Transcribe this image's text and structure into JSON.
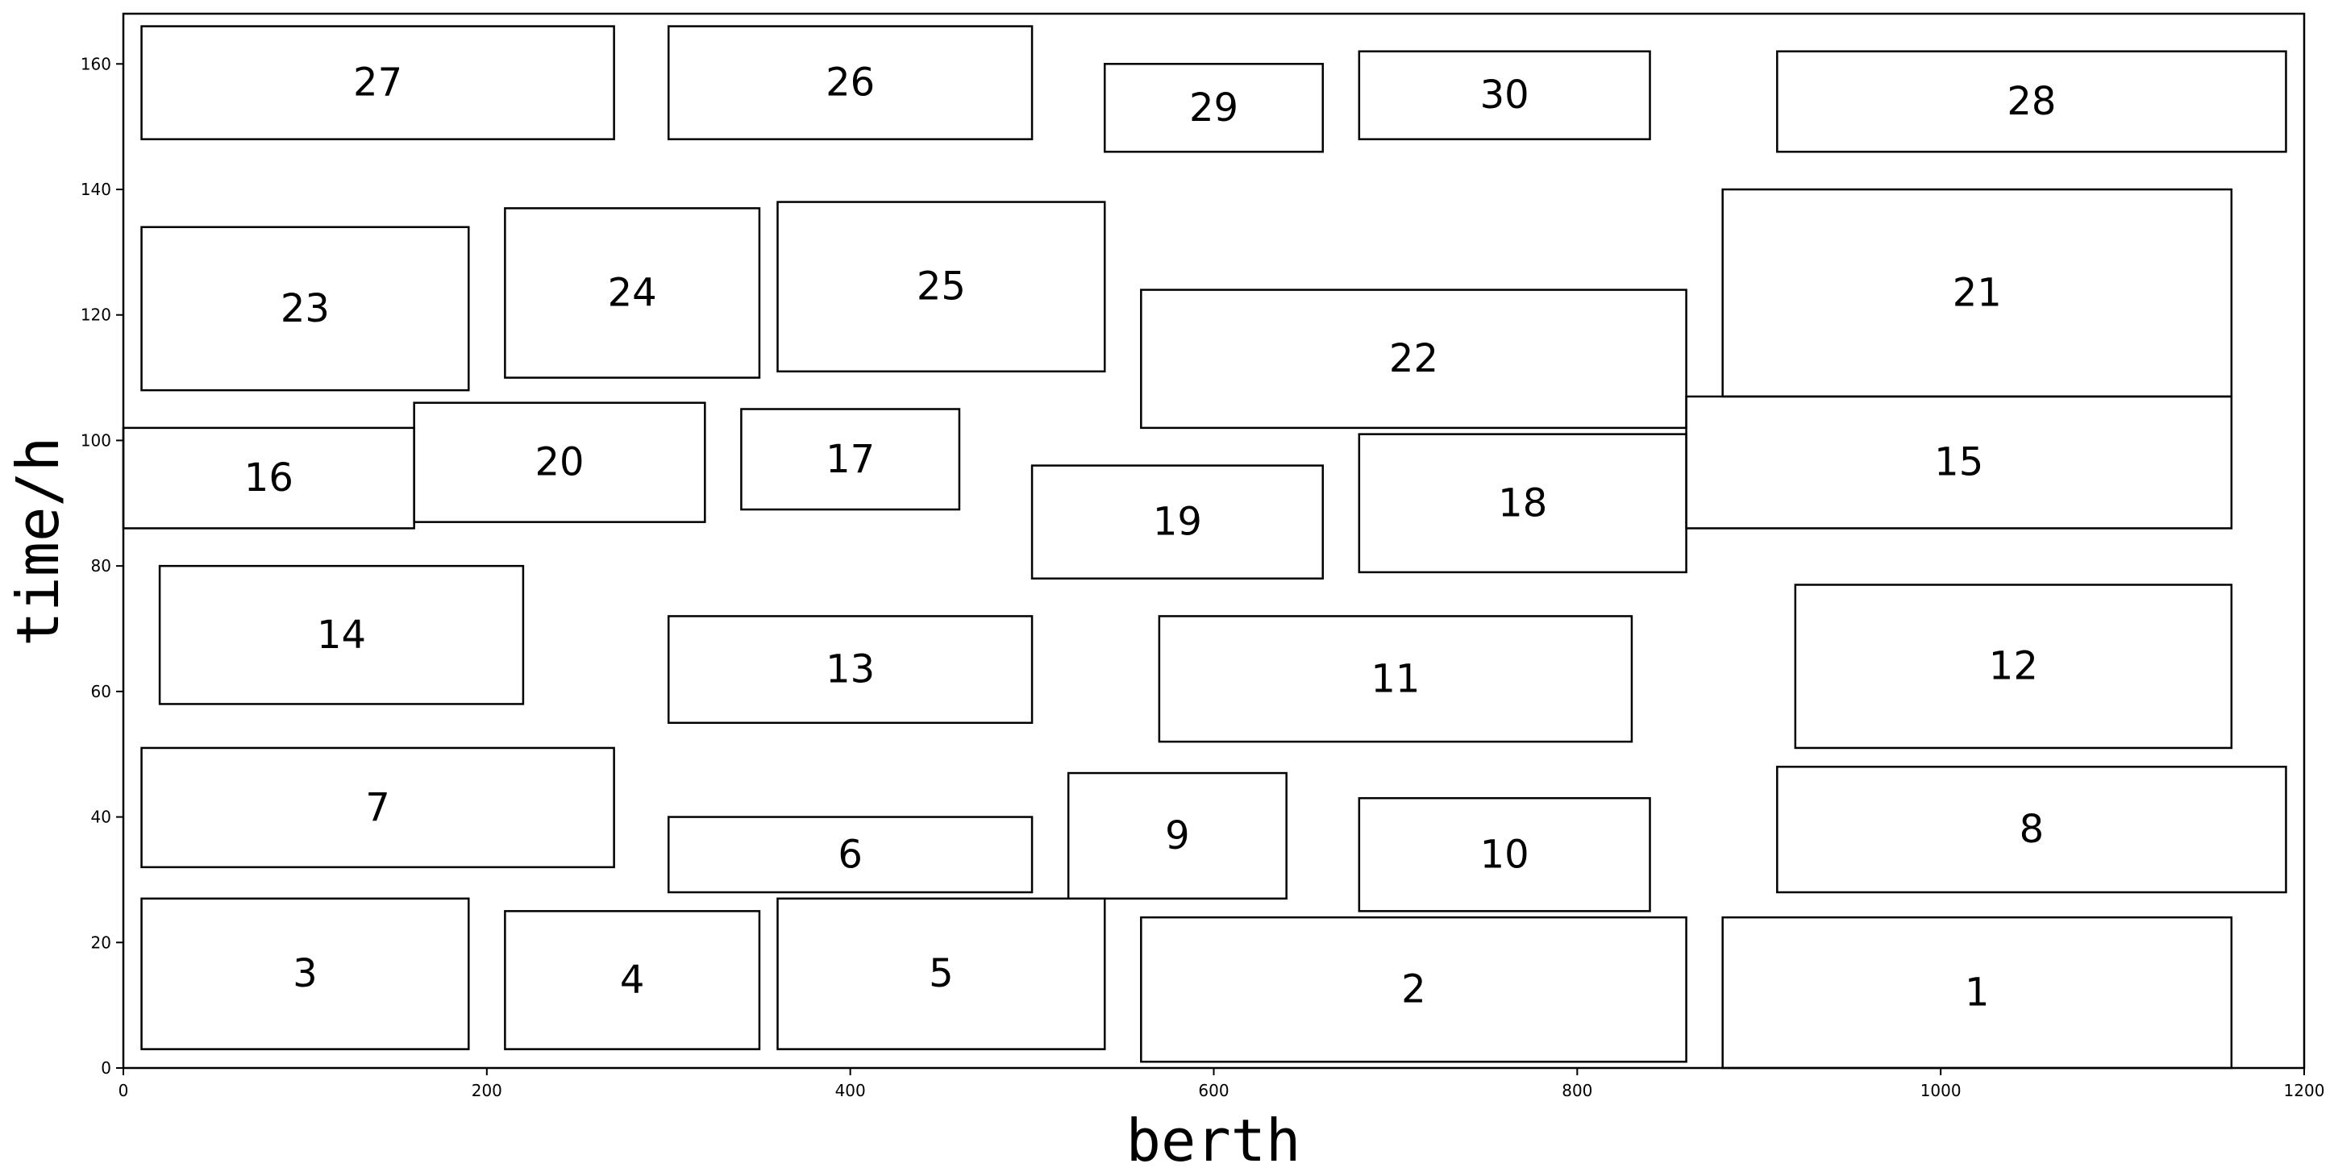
{
  "chart_data": {
    "type": "rectangles",
    "xlabel": "berth",
    "ylabel": "time/h",
    "xlim": [
      0,
      1200
    ],
    "ylim": [
      0,
      168
    ],
    "x_ticks": [
      0,
      200,
      400,
      600,
      800,
      1000,
      1200
    ],
    "y_ticks": [
      0,
      20,
      40,
      60,
      80,
      100,
      120,
      140,
      160
    ],
    "grid": false,
    "rectangles": [
      {
        "label": "1",
        "x0": 880,
        "x1": 1160,
        "y0": 0,
        "y1": 24
      },
      {
        "label": "2",
        "x0": 560,
        "x1": 860,
        "y0": 1,
        "y1": 24
      },
      {
        "label": "3",
        "x0": 10,
        "x1": 190,
        "y0": 3,
        "y1": 27
      },
      {
        "label": "4",
        "x0": 210,
        "x1": 350,
        "y0": 3,
        "y1": 25
      },
      {
        "label": "5",
        "x0": 360,
        "x1": 540,
        "y0": 3,
        "y1": 27
      },
      {
        "label": "6",
        "x0": 300,
        "x1": 500,
        "y0": 28,
        "y1": 40
      },
      {
        "label": "7",
        "x0": 10,
        "x1": 270,
        "y0": 32,
        "y1": 51
      },
      {
        "label": "8",
        "x0": 910,
        "x1": 1190,
        "y0": 28,
        "y1": 48
      },
      {
        "label": "9",
        "x0": 520,
        "x1": 640,
        "y0": 27,
        "y1": 47
      },
      {
        "label": "10",
        "x0": 680,
        "x1": 840,
        "y0": 25,
        "y1": 43
      },
      {
        "label": "11",
        "x0": 570,
        "x1": 830,
        "y0": 52,
        "y1": 72
      },
      {
        "label": "12",
        "x0": 920,
        "x1": 1160,
        "y0": 51,
        "y1": 77
      },
      {
        "label": "13",
        "x0": 300,
        "x1": 500,
        "y0": 55,
        "y1": 72
      },
      {
        "label": "14",
        "x0": 20,
        "x1": 220,
        "y0": 58,
        "y1": 80
      },
      {
        "label": "15",
        "x0": 860,
        "x1": 1160,
        "y0": 86,
        "y1": 107
      },
      {
        "label": "16",
        "x0": 0,
        "x1": 160,
        "y0": 86,
        "y1": 102
      },
      {
        "label": "17",
        "x0": 340,
        "x1": 460,
        "y0": 89,
        "y1": 105
      },
      {
        "label": "18",
        "x0": 680,
        "x1": 860,
        "y0": 79,
        "y1": 101
      },
      {
        "label": "19",
        "x0": 500,
        "x1": 660,
        "y0": 78,
        "y1": 96
      },
      {
        "label": "20",
        "x0": 160,
        "x1": 320,
        "y0": 87,
        "y1": 106
      },
      {
        "label": "21",
        "x0": 880,
        "x1": 1160,
        "y0": 107,
        "y1": 140
      },
      {
        "label": "22",
        "x0": 560,
        "x1": 860,
        "y0": 102,
        "y1": 124
      },
      {
        "label": "23",
        "x0": 10,
        "x1": 190,
        "y0": 108,
        "y1": 134
      },
      {
        "label": "24",
        "x0": 210,
        "x1": 350,
        "y0": 110,
        "y1": 137
      },
      {
        "label": "25",
        "x0": 360,
        "x1": 540,
        "y0": 111,
        "y1": 138
      },
      {
        "label": "26",
        "x0": 300,
        "x1": 500,
        "y0": 148,
        "y1": 166
      },
      {
        "label": "27",
        "x0": 10,
        "x1": 270,
        "y0": 148,
        "y1": 166
      },
      {
        "label": "28",
        "x0": 910,
        "x1": 1190,
        "y0": 146,
        "y1": 162
      },
      {
        "label": "29",
        "x0": 540,
        "x1": 660,
        "y0": 146,
        "y1": 160
      },
      {
        "label": "30",
        "x0": 680,
        "x1": 840,
        "y0": 148,
        "y1": 162
      }
    ]
  }
}
